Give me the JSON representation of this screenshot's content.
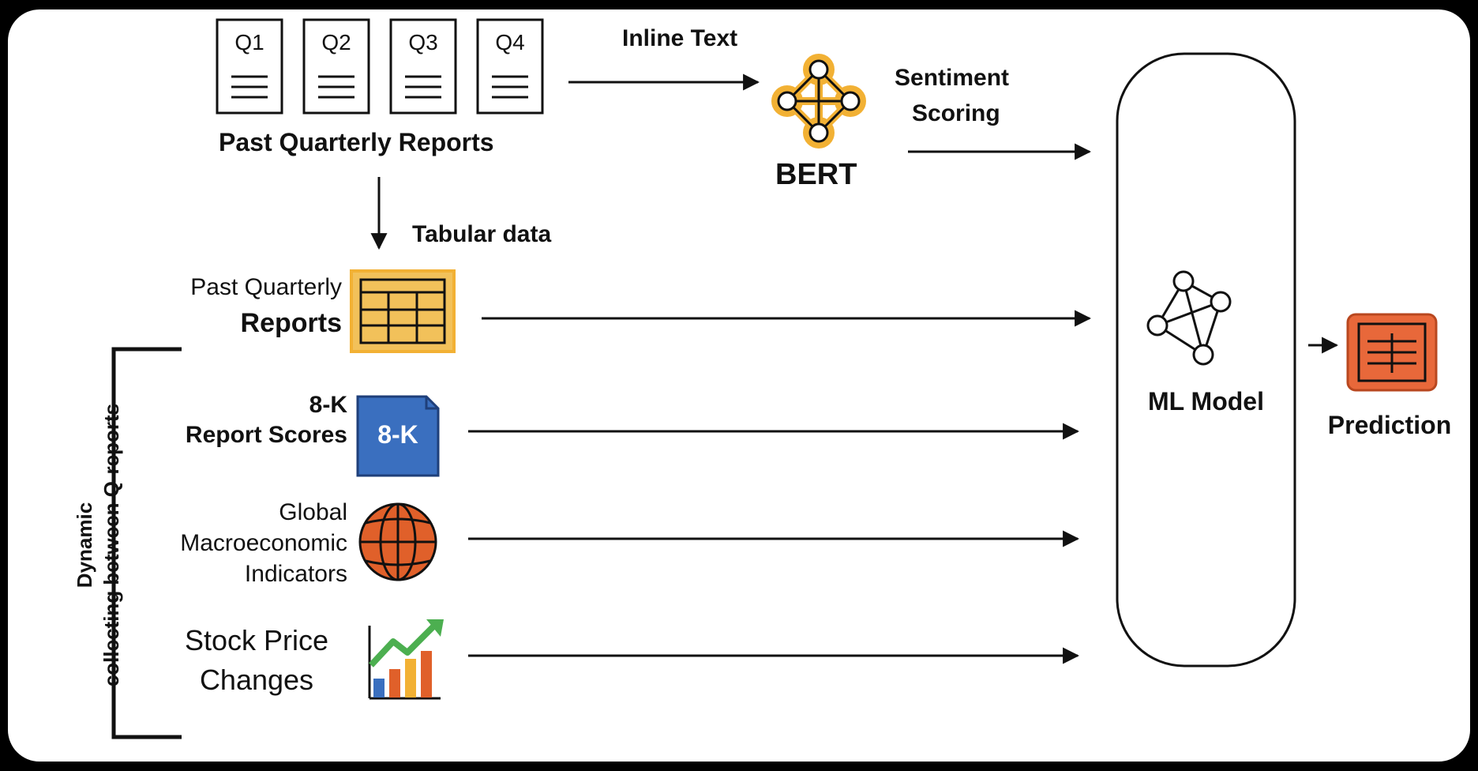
{
  "quarters": [
    "Q1",
    "Q2",
    "Q3",
    "Q4"
  ],
  "labels": {
    "past_reports_top": "Past Quarterly Reports",
    "inline_text": "Inline Text",
    "bert": "BERT",
    "sentiment_line1": "Sentiment",
    "sentiment_line2": "Scoring",
    "tabular_data": "Tabular data",
    "past_reports_line1": "Past Quarterly",
    "past_reports_line2": "Reports",
    "eightk_line1": "8-K",
    "eightk_line2": "Report Scores",
    "eightk_badge": "8-K",
    "global_line1": "Global",
    "global_line2": "Macroeconomic",
    "global_line3": "Indicators",
    "stock_line1": "Stock Price",
    "stock_line2": "Changes",
    "ml_model": "ML Model",
    "prediction": "Prediction",
    "dynamic_line1": "Dynamic",
    "dynamic_line2": "collecting between Q-reports"
  },
  "colors": {
    "bert": "#f2b134",
    "table": "#f2c15a",
    "eightk": "#3a6fbf",
    "globe": "#e0602a",
    "prediction": "#e8683a",
    "stock_bars": [
      "#3a6fbf",
      "#e0602a",
      "#f2b134",
      "#e0602a"
    ],
    "stock_arrow": "#4caf50"
  },
  "icons": [
    "document-icon",
    "bert-icon",
    "table-icon",
    "8k-document-icon",
    "globe-icon",
    "stock-chart-icon",
    "neural-network-icon",
    "prediction-icon"
  ]
}
